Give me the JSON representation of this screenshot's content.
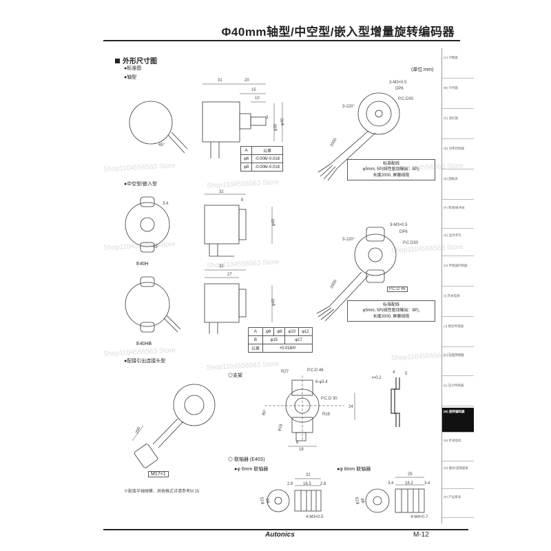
{
  "header": {
    "title": "Φ40mm轴型/中空型/嵌入型增量旋转编码器"
  },
  "section": {
    "title": "外形尺寸图",
    "unit": "(单位:mm)",
    "standard": "●标准图",
    "shaft": "●轴型",
    "hollow": "●中空型/嵌入型",
    "connector": "●配接引出连接头型",
    "bracket": "◎支架",
    "coupling": "◎ 联轴器 (E40S)",
    "coupling_6": "●φ 6mm 联轴器",
    "coupling_8": "●φ 8mm 联轴器",
    "note": "※配接半轴弹簧、其他格式详请参考M 15"
  },
  "shaft_drawing": {
    "dims": [
      "31",
      "20",
      "15",
      "10",
      "3",
      "φ30",
      "φ40",
      "45°",
      "2000"
    ],
    "holes": "3-M3×0.5",
    "depth": "DP6",
    "pcd": "P.C.D30",
    "angle": "3-120°",
    "table": {
      "headers": [
        "A",
        "公差"
      ],
      "rows": [
        [
          "φ6",
          "-0.006/-0.018"
        ],
        [
          "φ8",
          "-0.006/-0.018"
        ]
      ]
    },
    "cable_note": [
      "标准配线",
      "φ5mm, 5P(线性驱动输出：8P),",
      "长度2000, 屏蔽线缆"
    ]
  },
  "hollow_drawing": {
    "dims": [
      "32",
      "8",
      "3.4",
      "27",
      "φ40",
      "45°",
      "2000"
    ],
    "model_h": "E40H",
    "model_hb": "E40HB",
    "holes": "3-M3×0.5",
    "depth": "DP6",
    "pcd": "P.C.D30",
    "pcd2": "P.C.D 46",
    "angle": "3-120°",
    "table": {
      "header": [
        "A",
        "φ8",
        "φ8",
        "φ10",
        "φ12"
      ],
      "row_b": [
        "B",
        "φ15",
        "φ17"
      ],
      "row_tol": [
        "公差",
        "+0.018/0"
      ]
    },
    "cable_note": [
      "标准配线",
      "φ5mm, 5P(线性驱动输出：8P),",
      "长度2000, 屏蔽线缆"
    ]
  },
  "connector_drawing": {
    "dims": [
      "250",
      "M17×1"
    ]
  },
  "bracket_drawing": {
    "dims": [
      "R27",
      "P.C.D 46",
      "6-φ3.4",
      "P.C.D 30",
      "R19",
      "24",
      "80°",
      "φ18",
      "8",
      "18",
      "t=0.2",
      "4",
      "5"
    ]
  },
  "couplings": {
    "left": {
      "dims": [
        "22",
        "2.8",
        "16.5",
        "2.8",
        "φ15",
        "φ6",
        "4-M3×0.5"
      ]
    },
    "right": {
      "dims": [
        "25",
        "3.4",
        "18.2",
        "3.4",
        "φ19",
        "φ8",
        "4-M4×0.7"
      ]
    }
  },
  "sidebar": {
    "tabs": [
      "(A) 计数器",
      "(B) 计时器",
      "(C) 温控器",
      "(D) 功率控制器",
      "(E) 面板表",
      "(F) 转速/脉冲表",
      "(G) 显示单元",
      "(H) 传感器控制器",
      "(I) 开关电源",
      "(J) 接近传感器",
      "(K) 光电传感器",
      "(L) 压力传感器",
      "(M) 旋转编码器",
      "(N) 步进电机",
      "(O) 图形/逻辑面板",
      "(P) 产品目录"
    ],
    "active_index": 12
  },
  "footer": {
    "brand": "Autonics",
    "page": "M-12"
  },
  "watermark": "Shop1104556563 Store"
}
